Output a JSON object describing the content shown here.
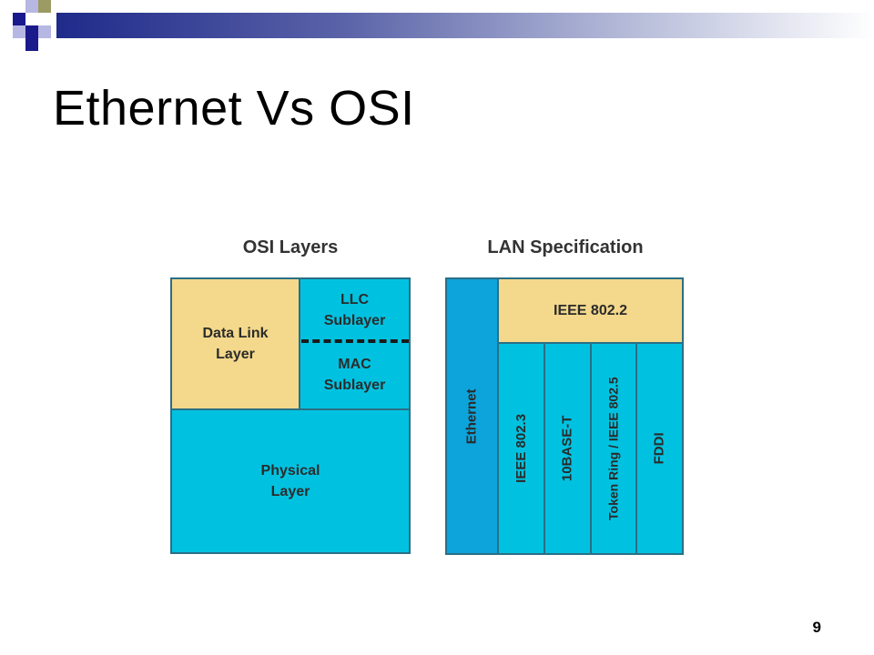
{
  "slide": {
    "title": "Ethernet Vs OSI",
    "page_number": "9"
  },
  "diagram": {
    "osi": {
      "heading": "OSI Layers",
      "data_link": "Data Link\nLayer",
      "llc": "LLC\nSublayer",
      "mac": "MAC\nSublayer",
      "physical": "Physical\nLayer"
    },
    "lan": {
      "heading": "LAN Specification",
      "ethernet": "Ethernet",
      "ieee_8022": "IEEE 802.2",
      "columns": [
        "IEEE 802.3",
        "10BASE-T",
        "Token Ring / IEEE 802.5",
        "FDDI"
      ]
    }
  },
  "colors": {
    "yellow": "#f4d88b",
    "cyan": "#00c2e0",
    "blue": "#0ca4db",
    "border": "#2a6f86"
  }
}
